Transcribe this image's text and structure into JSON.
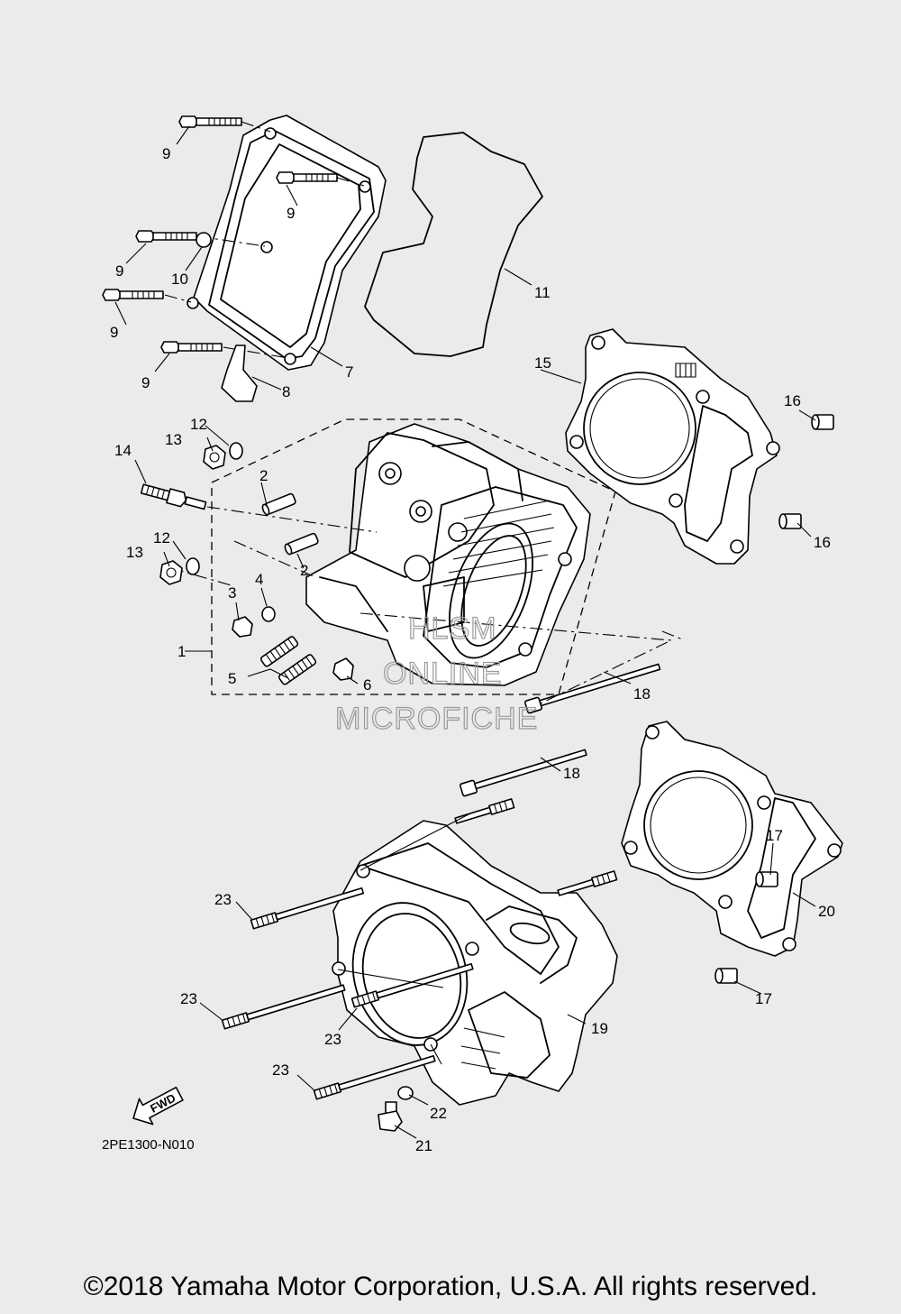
{
  "labels": [
    "1",
    "2",
    "2",
    "3",
    "4",
    "5",
    "6",
    "7",
    "8",
    "9",
    "9",
    "9",
    "9",
    "9",
    "10",
    "11",
    "12",
    "12",
    "13",
    "13",
    "14",
    "15",
    "16",
    "16",
    "17",
    "17",
    "18",
    "18",
    "19",
    "20",
    "21",
    "22",
    "23",
    "23",
    "23",
    "23"
  ],
  "fwd_arrow": "FWD",
  "watermark": [
    "HLSM",
    "ONLINE",
    "MICROFICHE"
  ],
  "reference_code": "2PE1300-N010",
  "copyright": "©2018 Yamaha Motor Corporation, U.S.A. All rights reserved."
}
